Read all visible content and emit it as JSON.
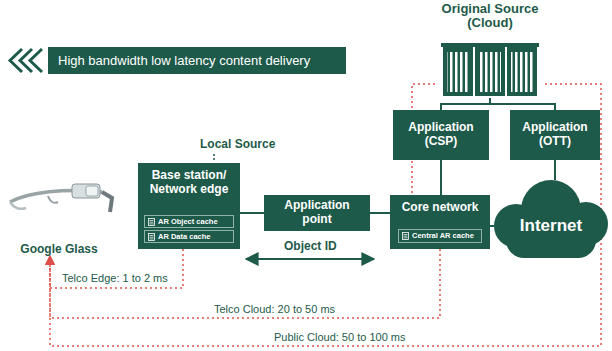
{
  "diagram": {
    "title": "High bandwidth low latency content delivery",
    "nodes": [
      {
        "text": [
          "Original Source (Cloud)"
        ]
      },
      {
        "text": [
          "Application (CSP)"
        ]
      },
      {
        "text": [
          "Application (OTT)"
        ]
      },
      {
        "text": [
          "Google Glass"
        ]
      },
      {
        "text": [
          "Base station/ Network edge"
        ]
      },
      {
        "text": [
          "AR Object cache"
        ],
        "in": 4
      },
      {
        "text": [
          "AR Data cache"
        ],
        "in": 4
      },
      {
        "text": [
          "Application point"
        ]
      },
      {
        "text": [
          "Core network"
        ]
      },
      {
        "text": [
          "Central AR cache"
        ],
        "in": 8
      },
      {
        "text": [
          "Internet"
        ]
      }
    ],
    "edges": [
      {
        "from": 0,
        "to": 1,
        "arrow": "none"
      },
      {
        "from": 0,
        "to": 2,
        "arrow": "none"
      },
      {
        "from": 4,
        "to": 7,
        "arrow": "none"
      },
      {
        "from": 7,
        "to": 8,
        "arrow": "none"
      },
      {
        "from": 8,
        "to": 10,
        "arrow": "none"
      },
      {
        "from": 1,
        "to": 8,
        "arrow": "none"
      },
      {
        "from": 2,
        "to": 10,
        "arrow": "none"
      },
      {
        "from": 4,
        "to": 3,
        "arrow": "to",
        "label": "Telco Edge: 1 to 2 ms"
      },
      {
        "from": 8,
        "to": 3,
        "arrow": "to",
        "label": "Telco Cloud: 20 to 50 ms"
      },
      {
        "from": 0,
        "to": 3,
        "arrow": "to",
        "label": "Public Cloud: 50 to 100 ms"
      },
      {
        "from": 0,
        "to": 8,
        "arrow": "none"
      }
    ],
    "labels": [
      "Local Source",
      "Object ID"
    ]
  }
}
